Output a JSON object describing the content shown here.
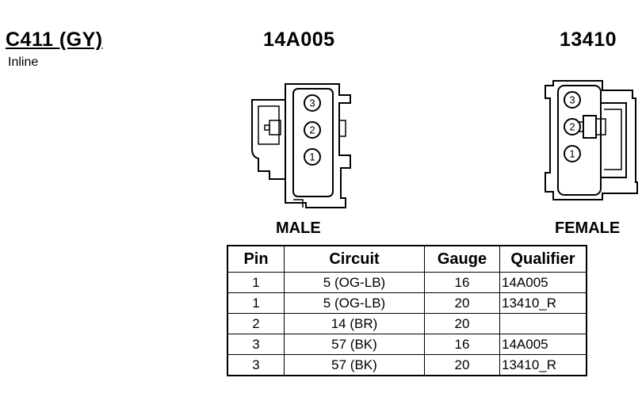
{
  "connector": {
    "name": "C411 (GY)",
    "type": "Inline"
  },
  "left_part": {
    "number": "14A005",
    "gender": "MALE"
  },
  "right_part": {
    "number": "13410",
    "gender": "FEMALE"
  },
  "pin_labels": [
    "3",
    "2",
    "1"
  ],
  "table": {
    "headers": [
      "Pin",
      "Circuit",
      "Gauge",
      "Qualifier"
    ],
    "rows": [
      {
        "pin": "1",
        "circuit": "5 (OG-LB)",
        "gauge": "16",
        "qualifier": "14A005"
      },
      {
        "pin": "1",
        "circuit": "5 (OG-LB)",
        "gauge": "20",
        "qualifier": "13410_R"
      },
      {
        "pin": "2",
        "circuit": "14 (BR)",
        "gauge": "20",
        "qualifier": ""
      },
      {
        "pin": "3",
        "circuit": "57 (BK)",
        "gauge": "16",
        "qualifier": "14A005"
      },
      {
        "pin": "3",
        "circuit": "57 (BK)",
        "gauge": "20",
        "qualifier": "13410_R"
      }
    ]
  }
}
